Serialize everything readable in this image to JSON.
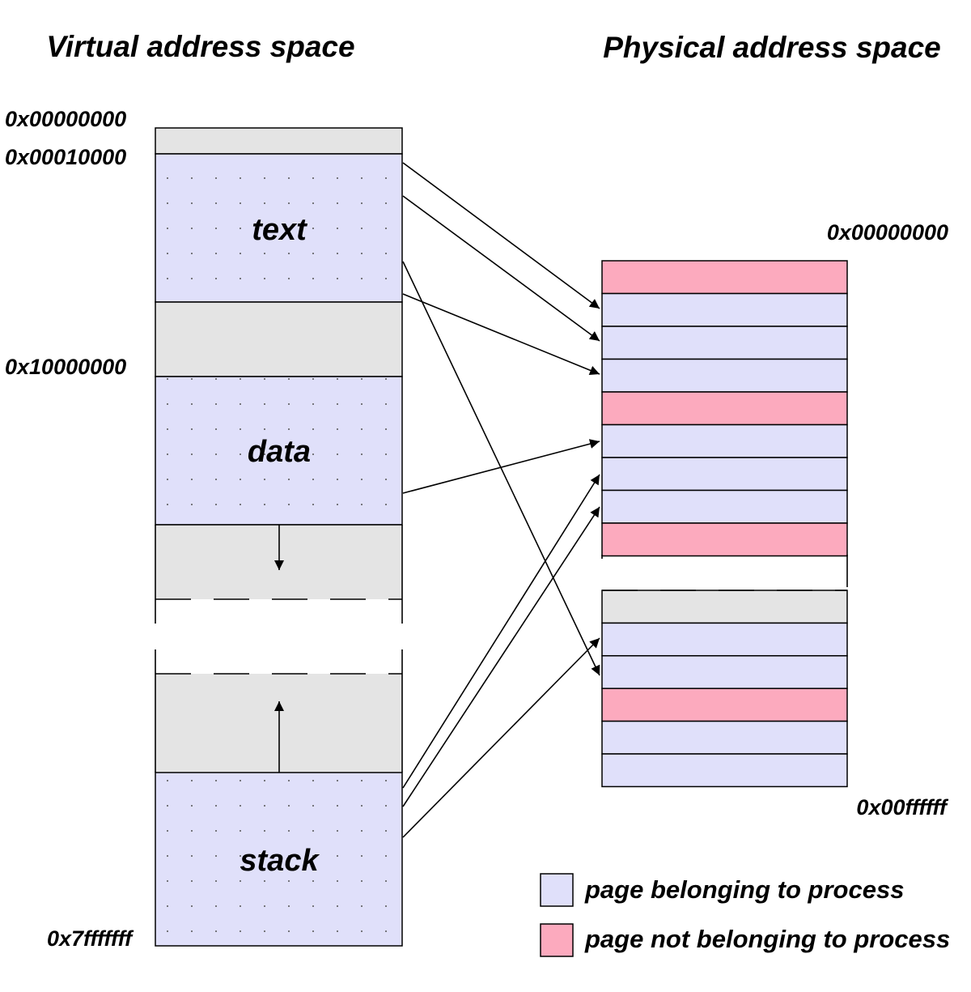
{
  "titles": {
    "virtual": "Virtual address space",
    "physical": "Physical address space"
  },
  "virtual_addresses": {
    "a0": "0x00000000",
    "a1": "0x00010000",
    "a2": "0x10000000",
    "a3": "0x7fffffff"
  },
  "physical_addresses": {
    "start": "0x00000000",
    "end": "0x00ffffff"
  },
  "segments": {
    "text": "text",
    "data": "data",
    "stack": "stack"
  },
  "legend": {
    "belonging": "page belonging to process",
    "not_belonging": "page not belonging to process"
  },
  "colors": {
    "process_page": "#e0e0fa",
    "foreign_page": "#fcaabe",
    "unused": "#e4e4e4"
  },
  "physical_pages_upper": [
    "foreign",
    "process",
    "process",
    "process",
    "foreign",
    "process",
    "process",
    "process",
    "foreign"
  ],
  "physical_pages_lower": [
    "unused",
    "process",
    "process",
    "foreign",
    "process",
    "process"
  ]
}
